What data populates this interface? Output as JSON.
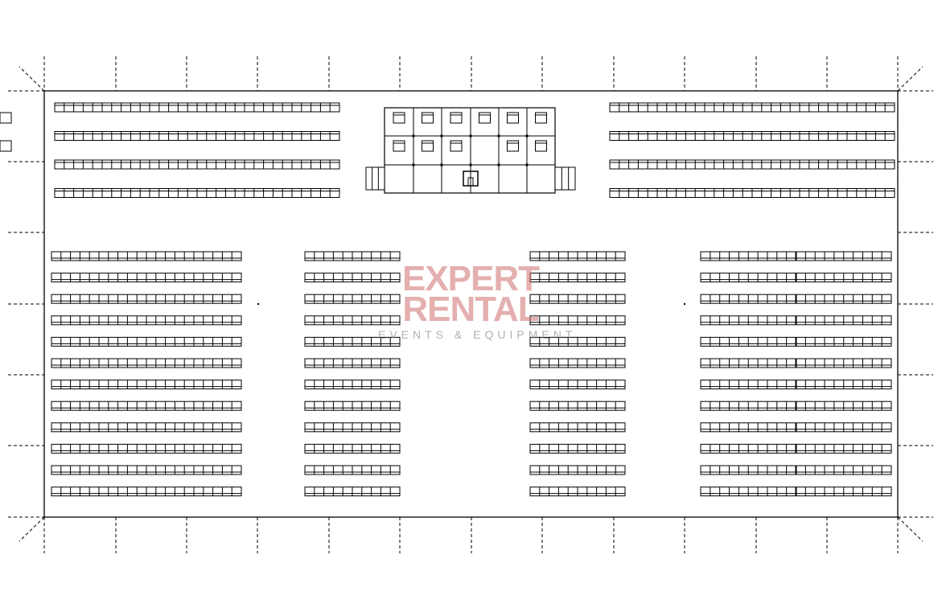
{
  "logo": {
    "line1": "EXPERT",
    "line2": "RENTAL",
    "tagline": "EVENTS & EQUIPMENT"
  },
  "layout_counts": {
    "top_table_rows_per_side": 4,
    "top_table_seats": 30,
    "bottom_table_rows": 12,
    "outer_block_seats": 20,
    "inner_block_seats": 10
  }
}
